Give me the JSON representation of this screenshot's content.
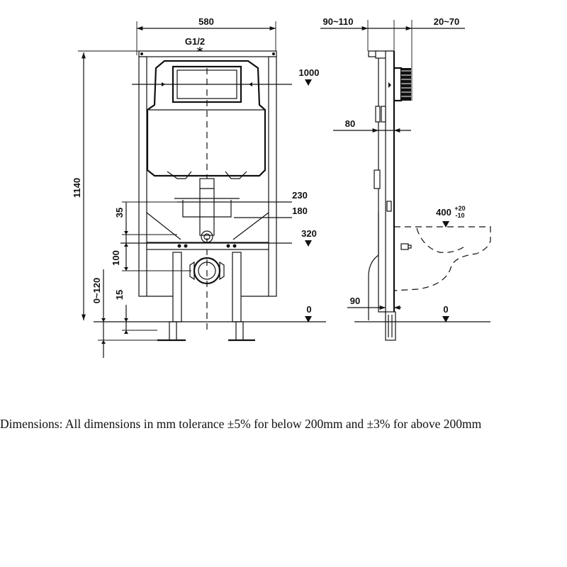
{
  "front_view": {
    "width_580": "580",
    "inlet_g12": "G1/2",
    "level_1000": "1000",
    "height_1140": "1140",
    "level_230": "230",
    "level_180": "180",
    "level_320": "320",
    "dim_35": "35",
    "dim_100": "100",
    "dim_15": "15",
    "adjust_0_120": "0~120",
    "floor_0": "0"
  },
  "side_view": {
    "depth_90_110": "90~110",
    "depth_20_70": "20~70",
    "dim_80": "80",
    "height_400": "400",
    "tol_plus": "+20",
    "tol_minus": "-10",
    "dim_90": "90",
    "floor_0": "0"
  },
  "note": "Dimensions: All dimensions in mm tolerance ±5% for below 200mm and ±3% for above 200mm"
}
